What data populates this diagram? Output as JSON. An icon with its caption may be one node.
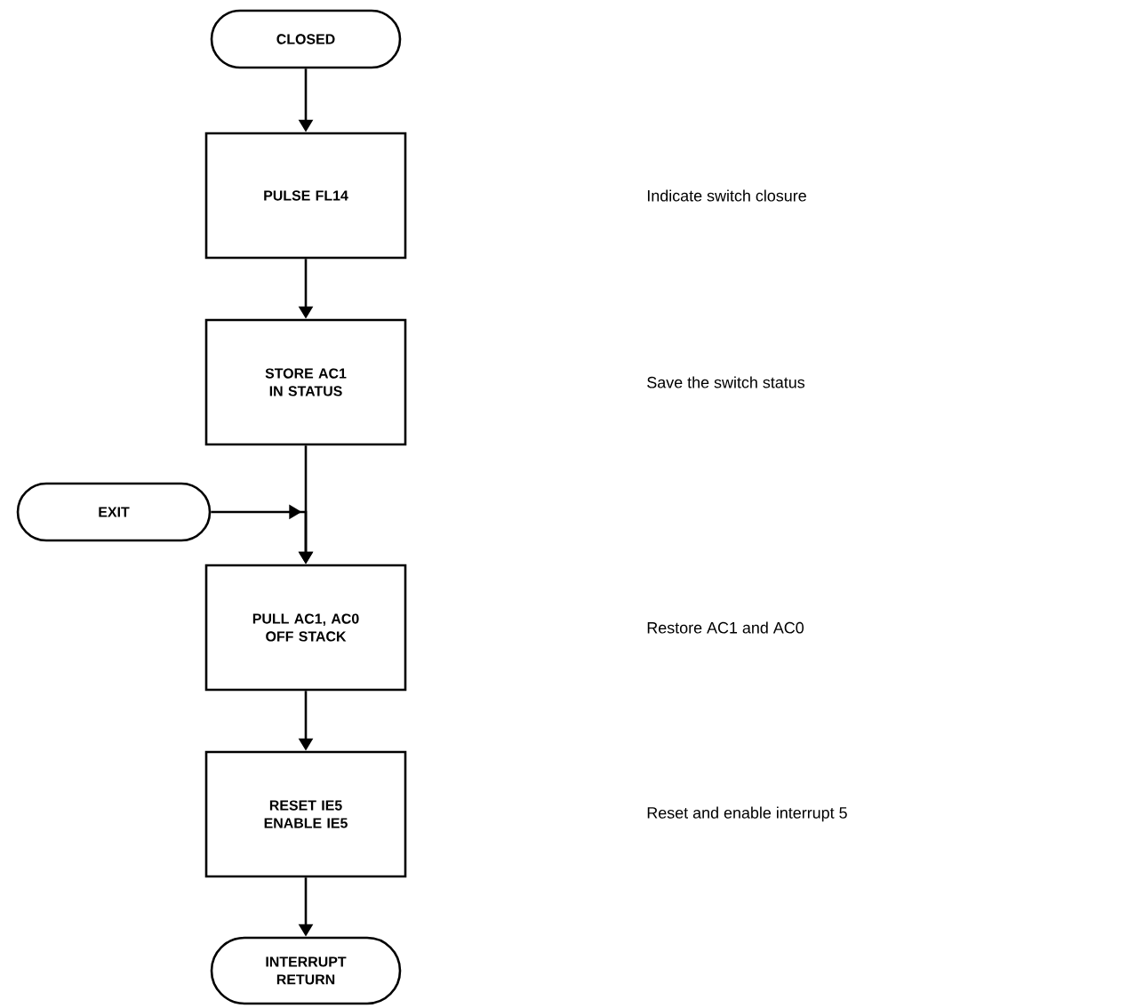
{
  "diagram": {
    "nodes": [
      {
        "text": [
          "CLOSED"
        ]
      },
      {
        "text": [
          "PULSE FL14"
        ]
      },
      {
        "text": [
          "STORE AC1 IN STATUS"
        ]
      },
      {
        "text": [
          "EXIT"
        ]
      },
      {
        "text": [
          "PULL AC1, AC0 OFF STACK"
        ]
      },
      {
        "text": [
          "RESET IE5 ENABLE IE5"
        ]
      },
      {
        "text": [
          "INTERRUPT RETURN"
        ]
      }
    ],
    "edges": [
      {
        "from": 0,
        "to": 1,
        "arrow": "to"
      },
      {
        "from": 1,
        "to": 2,
        "arrow": "to"
      },
      {
        "from": 2,
        "to": 4,
        "arrow": "to"
      },
      {
        "from": 3,
        "to": 4,
        "arrow": "to"
      },
      {
        "from": 4,
        "to": 5,
        "arrow": "to"
      },
      {
        "from": 5,
        "to": 6,
        "arrow": "to"
      }
    ],
    "labels": [
      "Indicate switch closure",
      "Save the switch status",
      "Restore AC1 and AC0",
      "Reset and enable interrupt 5"
    ]
  }
}
